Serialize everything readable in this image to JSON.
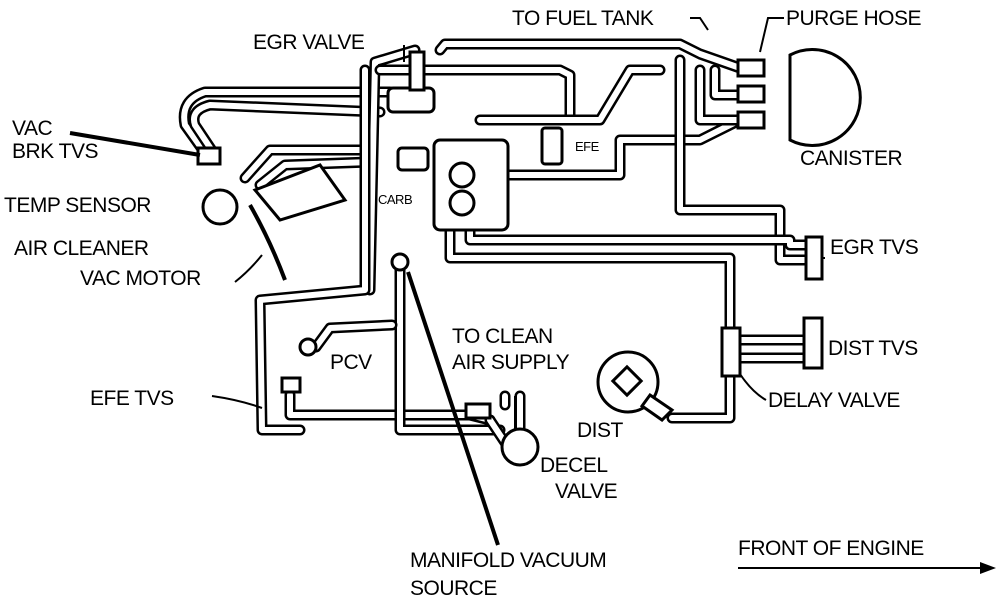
{
  "labels": {
    "egr_valve": "EGR VALVE",
    "to_fuel_tank": "TO FUEL TANK",
    "purge_hose": "PURGE HOSE",
    "vac_brk_tvs_1": "VAC",
    "vac_brk_tvs_2": "BRK TVS",
    "efe": "EFE",
    "canister": "CANISTER",
    "carb": "CARB",
    "temp_sensor": "TEMP SENSOR",
    "air_cleaner": "AIR CLEANER",
    "vac_motor": "VAC MOTOR",
    "egr_tvs": "EGR TVS",
    "to_clean_air_1": "TO CLEAN",
    "to_clean_air_2": "AIR SUPPLY",
    "pcv": "PCV",
    "dist_tvs": "DIST TVS",
    "efe_tvs": "EFE TVS",
    "delay_valve": "DELAY VALVE",
    "dist": "DIST",
    "decel_valve_1": "DECEL",
    "decel_valve_2": "VALVE",
    "manifold_vacuum_1": "MANIFOLD VACUUM",
    "manifold_vacuum_2": "SOURCE",
    "front_of_engine": "FRONT OF ENGINE"
  }
}
